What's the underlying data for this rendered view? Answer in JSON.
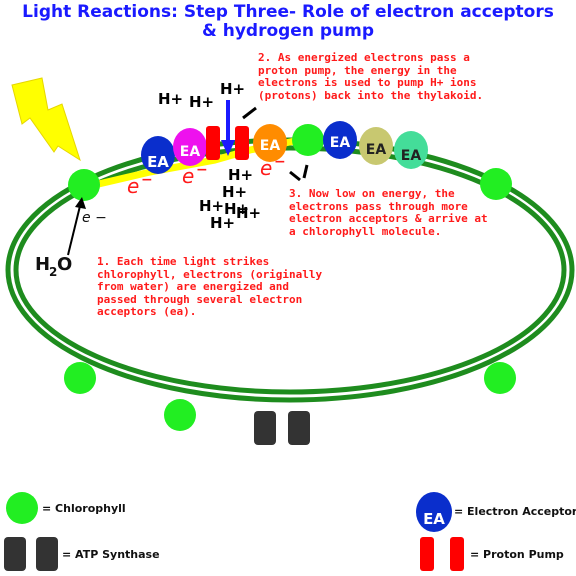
{
  "title": {
    "line1": "Light Reactions: Step Three- Role of electron acceptors",
    "line2": "& hydrogen pump"
  },
  "notes": {
    "step1": "1. Each time light strikes\nchlorophyll, electrons (originally\nfrom water) are energized and\npassed through several electron\nacceptors (ea).",
    "step2": "2. As energized electrons pass a\nproton pump, the energy in the\nelectrons is used to pump H+ ions\n(protons) back into the thylakoid.",
    "step3": "3. Now low on energy, the\nelectrons pass through more\nelectron acceptors & arrive at\na chlorophyll molecule."
  },
  "labels": {
    "water": "H",
    "water_sub": "2",
    "water_o": "O",
    "electron": "e",
    "electron_minus": "−",
    "electron_small": "e −",
    "ea": "EA",
    "h_plus": "H+"
  },
  "legend": {
    "chlorophyll": "= Chlorophyll",
    "atp_synthase": "= ATP Synthase",
    "electron_acceptor": "= Electron Acceptor",
    "proton_pump": "= Proton Pump"
  },
  "colors": {
    "membrane": "#1e8c1e",
    "chlorophyll": "#22ee22",
    "title": "#1a1aff",
    "notes": "#ff1a1a",
    "proton_pump": "#ff0000",
    "atp_synthase": "#333333",
    "lightning": "#ffff00",
    "ea_blue": "#0a2ecc",
    "ea_magenta": "#ee11ee",
    "ea_orange": "#ff8c00",
    "ea_olive": "#c8c870",
    "ea_teal": "#44dd99"
  }
}
